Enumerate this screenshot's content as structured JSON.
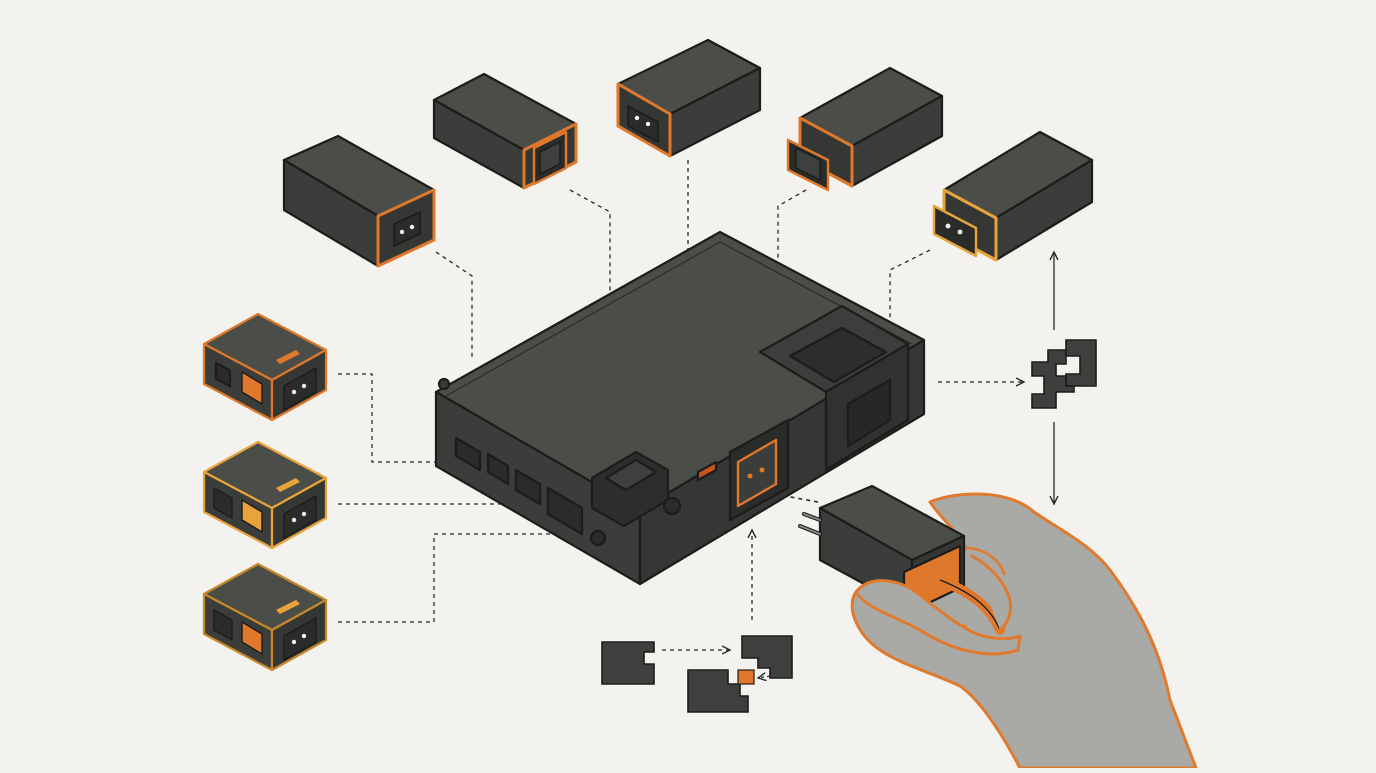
{
  "diagram": {
    "style": "isometric line illustration",
    "colors": {
      "background": "#f3f2ee",
      "body_dark": "#3d403c",
      "body_top": "#4a4d48",
      "outline": "#1c1d1b",
      "accent_orange": "#e0782c",
      "accent_orange_dark": "#c8551f",
      "accent_yellow": "#e8a33a",
      "hand_fill": "#a9aaa6",
      "hand_outline": "#e07a2e",
      "leader_line": "#2a2a2a"
    },
    "central_unit": {
      "icon": "power-station-icon",
      "ports": [
        "usb-port",
        "usb-port",
        "ethernet-port",
        "vent-grille",
        "dc-jack",
        "ac-inlet",
        "charging-bay"
      ]
    },
    "adapter_bricks": [
      {
        "icon": "power-brick-icon",
        "connector": "figure-8-socket",
        "accent": "orange"
      },
      {
        "icon": "power-brick-icon",
        "connector": "c14-plug",
        "accent": "orange"
      },
      {
        "icon": "power-brick-icon",
        "connector": "figure-8-socket",
        "accent": "orange"
      },
      {
        "icon": "power-brick-icon",
        "connector": "c14-plug",
        "accent": "orange"
      },
      {
        "icon": "power-brick-icon",
        "connector": "c8-socket",
        "accent": "orange"
      }
    ],
    "module_cubes": [
      {
        "icon": "socket-module-icon",
        "accent": "orange"
      },
      {
        "icon": "socket-module-icon",
        "accent": "yellow"
      },
      {
        "icon": "socket-module-icon",
        "accent": "orange"
      }
    ],
    "symbols": [
      "interlock-bracket-icon",
      "puzzle-piece-icon",
      "puzzle-piece-icon",
      "puzzle-piece-icon",
      "arrow-up-icon",
      "arrow-down-icon",
      "arrow-right-icon"
    ],
    "hand": {
      "icon": "hand-icon",
      "holding": "wall-plug-adapter-icon"
    }
  }
}
